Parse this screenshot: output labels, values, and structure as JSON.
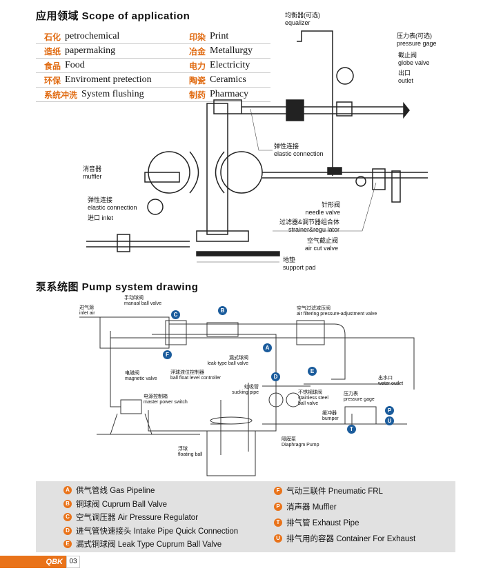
{
  "scope": {
    "title": "应用领域  Scope of application",
    "rows": [
      {
        "zh1": "石化",
        "en1": "petrochemical",
        "zh2": "印染",
        "en2": "Print"
      },
      {
        "zh1": "造纸",
        "en1": "papermaking",
        "zh2": "冶金",
        "en2": "Metallurgy"
      },
      {
        "zh1": "食品",
        "en1": "Food",
        "zh2": "电力",
        "en2": "Electricity"
      },
      {
        "zh1": "环保",
        "en1": "Enviroment pretection",
        "zh2": "陶瓷",
        "en2": "Ceramics"
      },
      {
        "zh1": "系统冲洗",
        "en1": "System flushing",
        "zh2": "制药",
        "en2": "Pharmacy"
      }
    ]
  },
  "install": {
    "equalizer_zh": "均衡器(可选)",
    "equalizer_en": "equalizer",
    "gage_zh": "压力表(可选)",
    "gage_en": "pressure gage",
    "globe_zh": "截止阀",
    "globe_en": "globe valve",
    "outlet_zh": "出口",
    "outlet_en": "outlet",
    "elastic1_zh": "弹性连接",
    "elastic1_en": "elastic connection",
    "muffler_zh": "消音器",
    "muffler_en": "muffler",
    "elastic2_zh": "弹性连接",
    "elastic2_en": "elastic connection",
    "inlet": "进口 inlet",
    "needle_zh": "针形阀",
    "needle_en": "needle valve",
    "strainer_zh": "过滤器&调节器组合体",
    "strainer_en": "strainer&regu lator",
    "aircut_zh": "空气截止阀",
    "aircut_en": "air cut valve",
    "pad_zh": "地垫",
    "pad_en": "support pad"
  },
  "system": {
    "title": "泵系统图  Pump system drawing",
    "inlet_zh": "进气源",
    "inlet_en": "inlet air",
    "manual_zh": "手动球阀",
    "manual_en": "manual ball valve",
    "afpv_zh": "空气过滤减压阀",
    "afpv_en": "air filtering pressure-adjustment valve",
    "leak_zh": "漏式球阀",
    "leak_en": "leak-type ball valve",
    "mag_zh": "电磁阀",
    "mag_en": "magnetic valve",
    "float_ctrl_zh": "浮球液位控制器",
    "float_ctrl_en": "ball float level controller",
    "suck_zh": "虹吸管",
    "suck_en": "sucking pipe",
    "wout_zh": "出水口",
    "wout_en": "water outlet",
    "ss_zh": "不锈钢球阀",
    "ss_en1": "stainless steel",
    "ss_en2": "ball valve",
    "pg_zh": "压力表",
    "pg_en": "pressure gage",
    "power_zh": "电源控制箱",
    "power_en": "master power switch",
    "bumper_zh": "缓冲器",
    "bumper_en": "bumper",
    "pump_zh": "隔膜泵",
    "pump_en": "Diaphragm Pump",
    "fball_zh": "浮球",
    "fball_en": "floating ball",
    "markers": {
      "A": "A",
      "B": "B",
      "C": "C",
      "D": "D",
      "E": "E",
      "F": "F",
      "P": "P",
      "U": "U",
      "T": "T"
    }
  },
  "legend": [
    {
      "k": "A",
      "t": "供气管线 Gas Pipeline"
    },
    {
      "k": "B",
      "t": "铜球阀 Cuprum Ball Valve"
    },
    {
      "k": "C",
      "t": "空气调压器 Air Pressure Regulator"
    },
    {
      "k": "D",
      "t": "进气管快速接头 Intake Pipe Quick Connection"
    },
    {
      "k": "E",
      "t": "漏式铜球阀 Leak Type Cuprum Ball Valve"
    },
    {
      "k": "F",
      "t": "气动三联件 Pneumatic FRL"
    },
    {
      "k": "P",
      "t": "消声器 Muffler"
    },
    {
      "k": "T",
      "t": "排气管 Exhaust Pipe"
    },
    {
      "k": "U",
      "t": "排气用的容器 Container For Exhaust"
    }
  ],
  "footer": {
    "brand": "QBK",
    "page": "03"
  },
  "colors": {
    "accent": "#e9731a",
    "marker": "#1b5c9c",
    "legend_bg": "#e1e1e1"
  }
}
